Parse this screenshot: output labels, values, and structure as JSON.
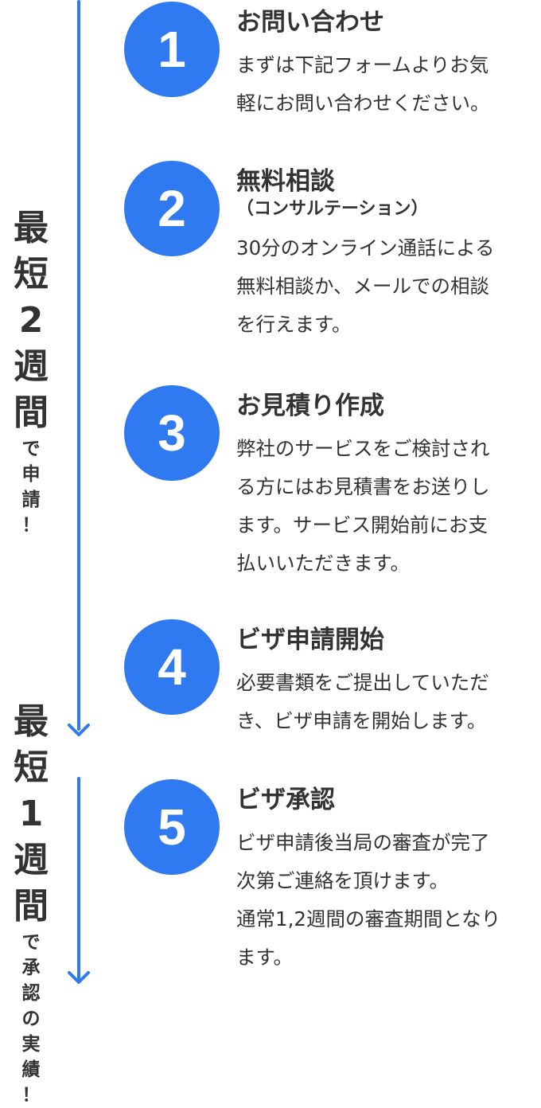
{
  "colors": {
    "accent": "#2f7af0",
    "text": "#333333",
    "background": "#ffffff"
  },
  "periods": [
    {
      "big": [
        "最",
        "短",
        "2",
        "週",
        "間"
      ],
      "small": [
        "で",
        "申",
        "請",
        "！"
      ]
    },
    {
      "big": [
        "最",
        "短",
        "1",
        "週",
        "間"
      ],
      "small": [
        "で",
        "承",
        "認",
        "の",
        "実",
        "績",
        "！"
      ]
    }
  ],
  "steps": [
    {
      "number": "1",
      "title": "お問い合わせ",
      "subtitle": "",
      "description": "まずは下記フォームよりお気\n軽にお問い合わせください。"
    },
    {
      "number": "2",
      "title": "無料相談",
      "subtitle": "（コンサルテーション）",
      "description": "30分のオンライン通話による\n無料相談か、メールでの相談\nを行えます。"
    },
    {
      "number": "3",
      "title": "お見積り作成",
      "subtitle": "",
      "description": "弊社のサービスをご検討され\nる方にはお見積書をお送りし\nます。サービス開始前にお支\n払いいただきます。"
    },
    {
      "number": "4",
      "title": "ビザ申請開始",
      "subtitle": "",
      "description": "必要書類をご提出していただ\nき、ビザ申請を開始します。"
    },
    {
      "number": "5",
      "title": "ビザ承認",
      "subtitle": "",
      "description": "ビザ申請後当局の審査が完了\n次第ご連絡を頂けます。\n通常1,2週間の審査期間となり\nます。"
    }
  ]
}
